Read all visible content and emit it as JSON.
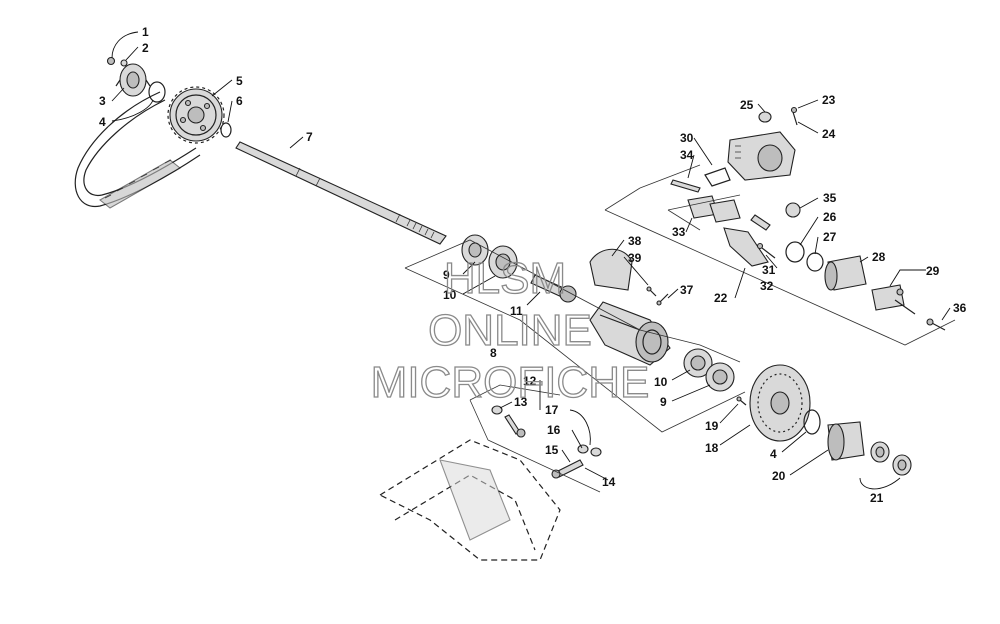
{
  "watermark": {
    "line1": "HLSM",
    "line2": "ONLINE",
    "line3": "MICROFICHE"
  },
  "callouts": {
    "c1": "1",
    "c2": "2",
    "c3": "3",
    "c4a": "4",
    "c4b": "4",
    "c5": "5",
    "c6": "6",
    "c7": "7",
    "c8": "8",
    "c9a": "9",
    "c9b": "9",
    "c10a": "10",
    "c10b": "10",
    "c11": "11",
    "c12": "12",
    "c13": "13",
    "c14": "14",
    "c15": "15",
    "c16": "16",
    "c17": "17",
    "c18": "18",
    "c19": "19",
    "c20": "20",
    "c21": "21",
    "c22": "22",
    "c23": "23",
    "c24": "24",
    "c25": "25",
    "c26": "26",
    "c27": "27",
    "c28": "28",
    "c29": "29",
    "c30": "30",
    "c31": "31",
    "c32": "32",
    "c33": "33",
    "c34": "34",
    "c35": "35",
    "c36": "36",
    "c37": "37",
    "c38": "38",
    "c39": "39"
  },
  "colors": {
    "ink": "#111111",
    "fill_light": "#d9d9d9",
    "fill_dark": "#bdbdbd",
    "watermark": "#8a8a8a"
  }
}
